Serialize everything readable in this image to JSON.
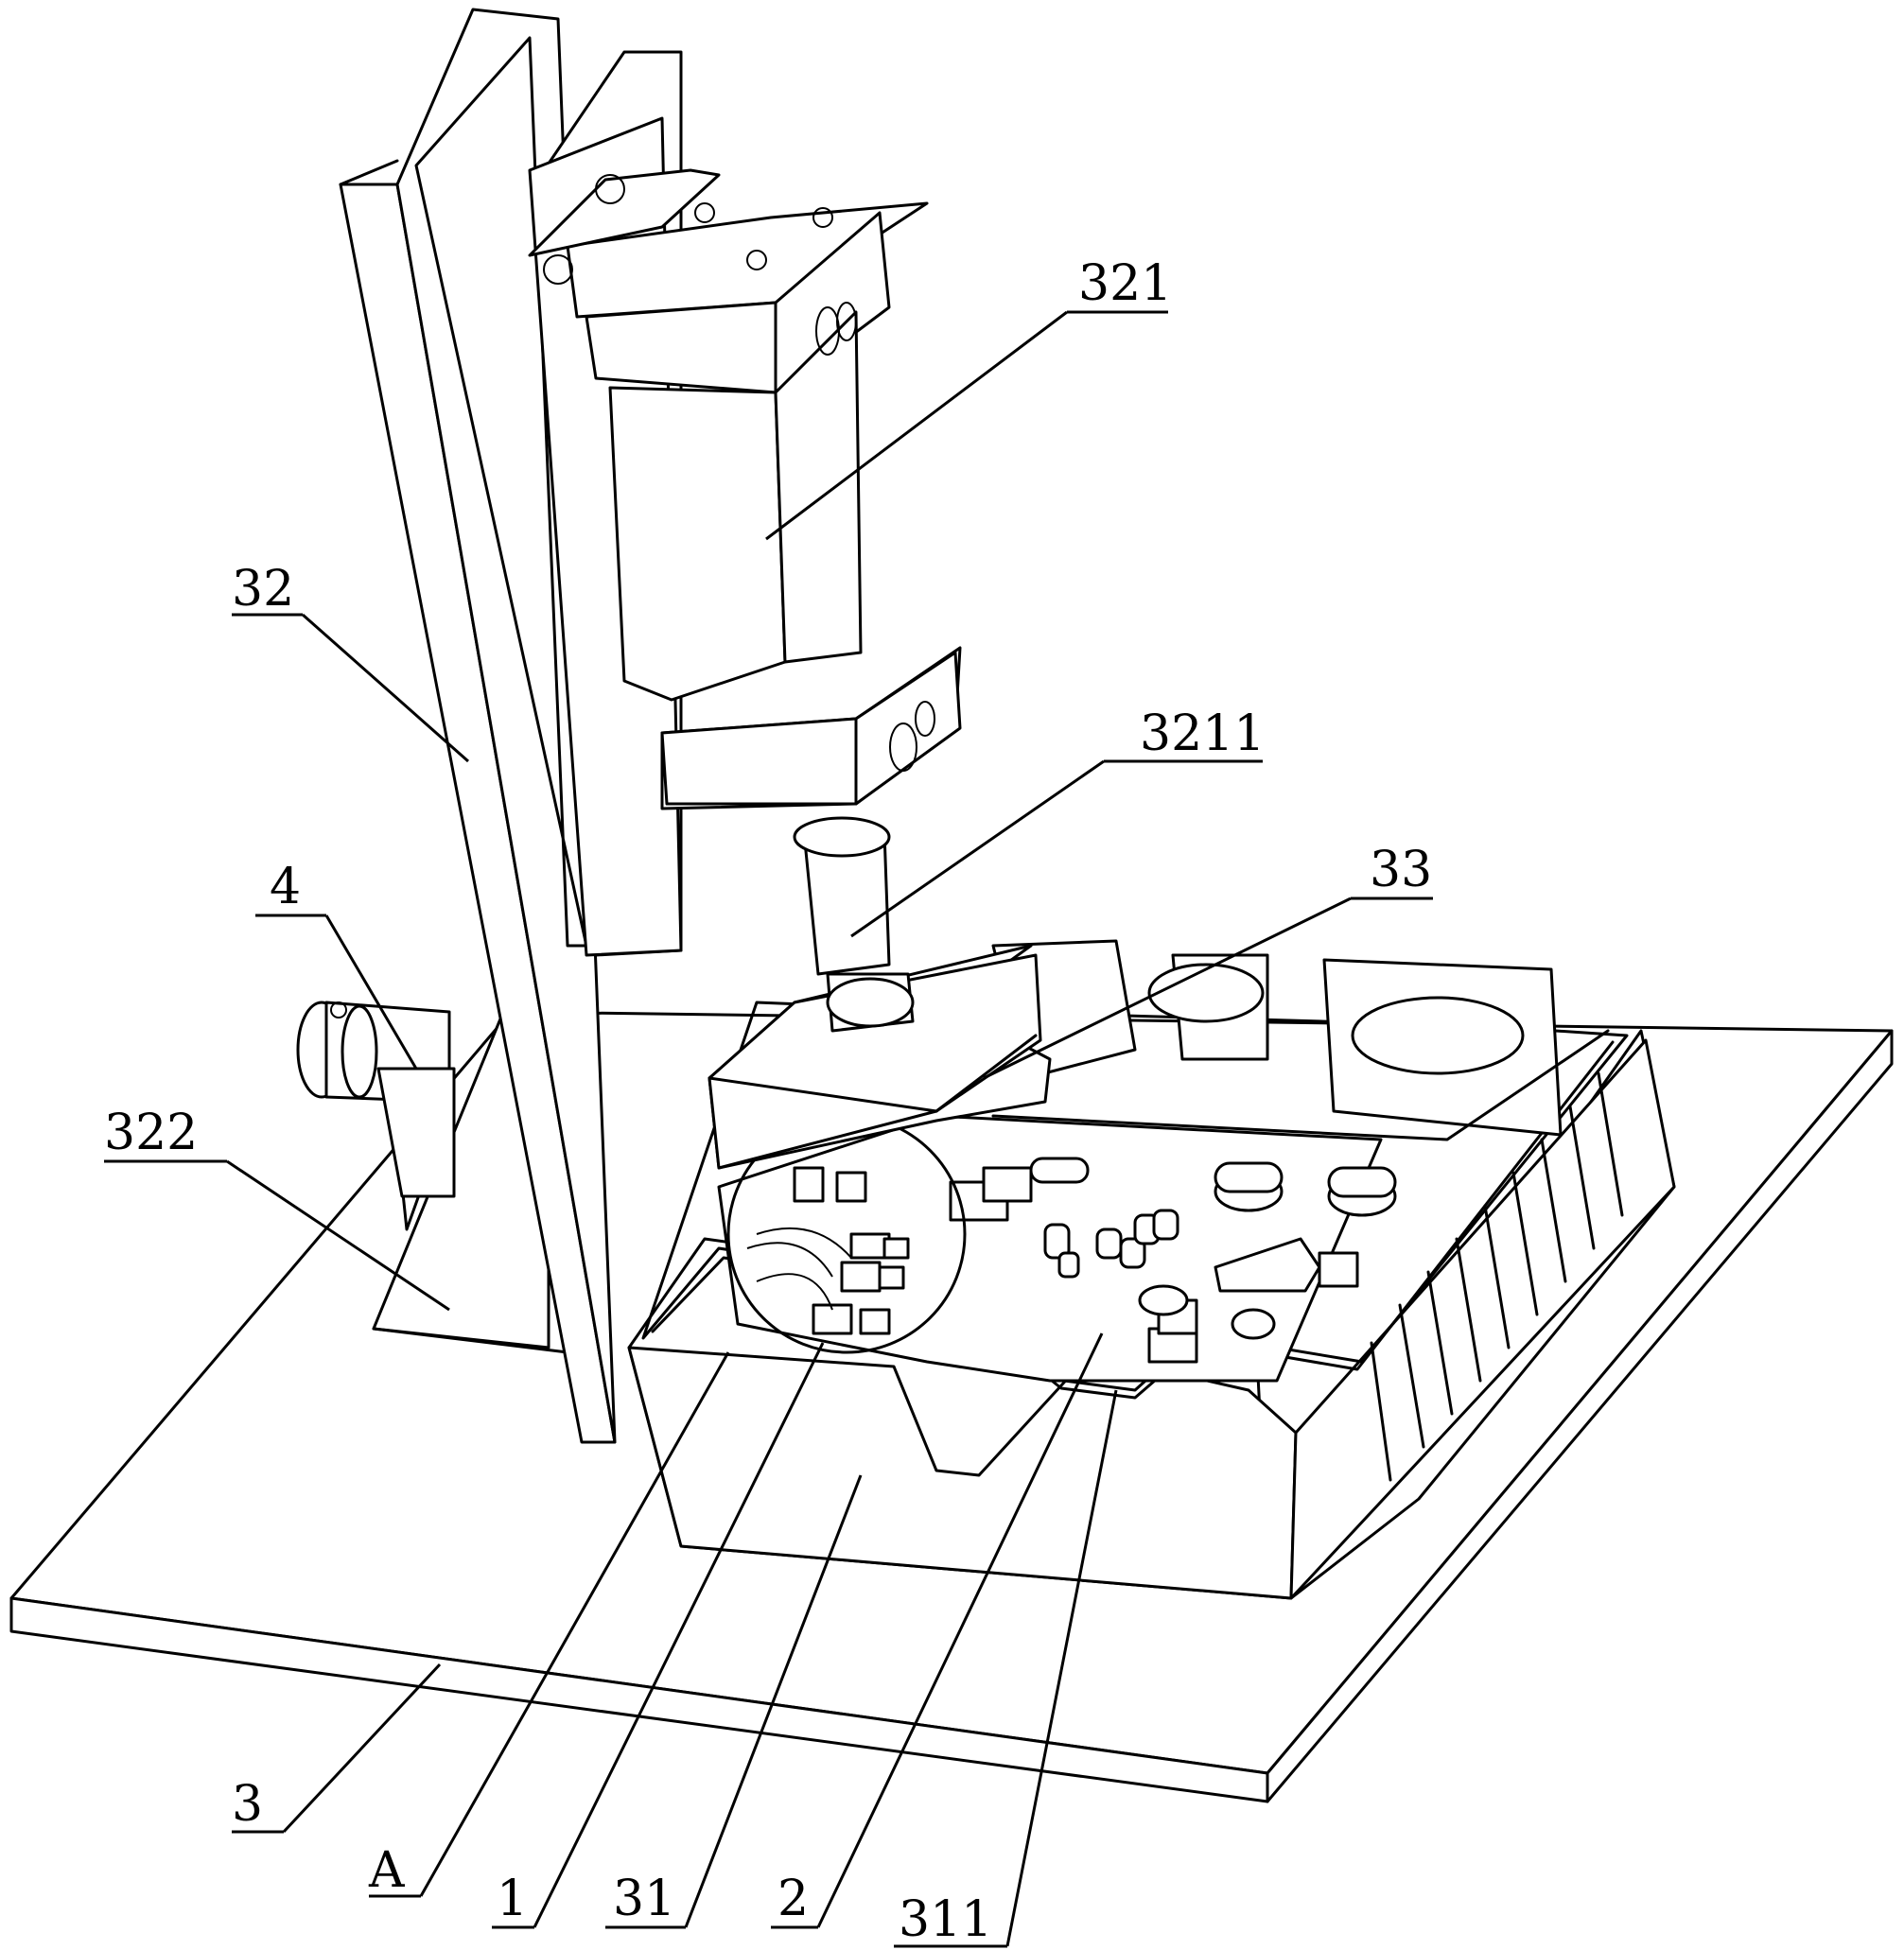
{
  "labels": {
    "l321": "321",
    "l32": "32",
    "l3211": "3211",
    "l33": "33",
    "l4": "4",
    "l322": "322",
    "l3": "3",
    "lA": "A",
    "l1": "1",
    "l31": "31",
    "l2": "2",
    "l311": "311"
  }
}
